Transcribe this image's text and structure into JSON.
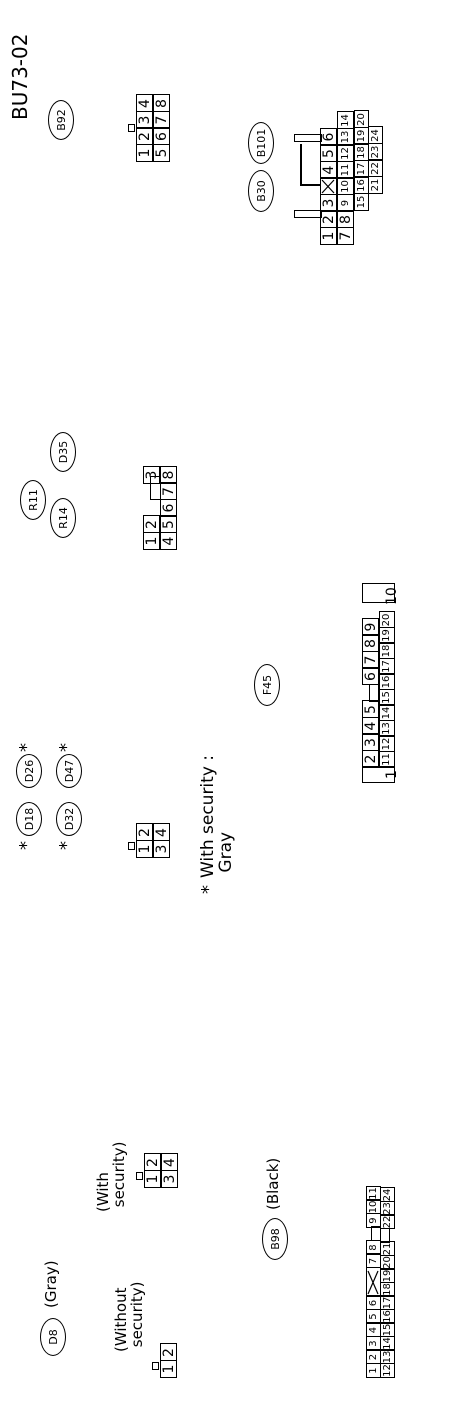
{
  "figure_code": "BU73-02",
  "tags": {
    "d8": "D8",
    "b98": "B98",
    "d18": "D18",
    "d26": "D26",
    "d32": "D32",
    "d47": "D47",
    "f45": "F45",
    "r11": "R11",
    "r14": "R14",
    "d35": "D35",
    "b30": "B30",
    "b101": "B101",
    "b92": "B92"
  },
  "labels": {
    "d8_color": "(Gray)",
    "b98_color": "(Black)",
    "without_security": "(Without\n security)",
    "with_security": "(With\n security)",
    "asterisk": "*",
    "footnote_marker": "*",
    "footnote_text": "With security :\n Gray"
  },
  "connectors": {
    "d8_without_security": [
      [
        "1",
        "2"
      ]
    ],
    "d8_with_security": [
      [
        "1",
        "2"
      ],
      [
        "3",
        "4"
      ]
    ],
    "d18_group": [
      [
        "1",
        "2"
      ],
      [
        "3",
        "4"
      ]
    ],
    "r11_group": [
      [
        "1",
        "2",
        "",
        "",
        "3"
      ],
      [
        "4",
        "5",
        "6",
        "7",
        "8"
      ]
    ],
    "b92": [
      [
        "1",
        "2",
        "3",
        "4"
      ],
      [
        "5",
        "6",
        "7",
        "8"
      ]
    ],
    "b98": [
      [
        "1",
        "2",
        "3",
        "4",
        "5",
        "6",
        "",
        "7",
        "8",
        "",
        "9",
        "10",
        "11"
      ],
      [
        "12",
        "13",
        "14",
        "15",
        "16",
        "17",
        "18",
        "19",
        "20",
        "21",
        "",
        "22",
        "23",
        "24"
      ]
    ],
    "f45": [
      [
        "2",
        "3",
        "4",
        "5",
        "",
        "6",
        "7",
        "8",
        "9"
      ],
      [
        "11",
        "12",
        "13",
        "14",
        "15",
        "16",
        "17",
        "18",
        "19",
        "20"
      ],
      [
        "1",
        "10"
      ]
    ],
    "b30_b101": {
      "main": [
        [
          "1",
          "2",
          "3",
          "",
          "4",
          "5",
          "6"
        ],
        [
          "7",
          "8",
          "9",
          "10",
          "11",
          "12",
          "13",
          "14"
        ]
      ],
      "lower": [
        [
          "15",
          "16",
          "17",
          "18",
          "19",
          "20"
        ],
        [
          "21",
          "22",
          "23",
          "24"
        ]
      ]
    }
  }
}
